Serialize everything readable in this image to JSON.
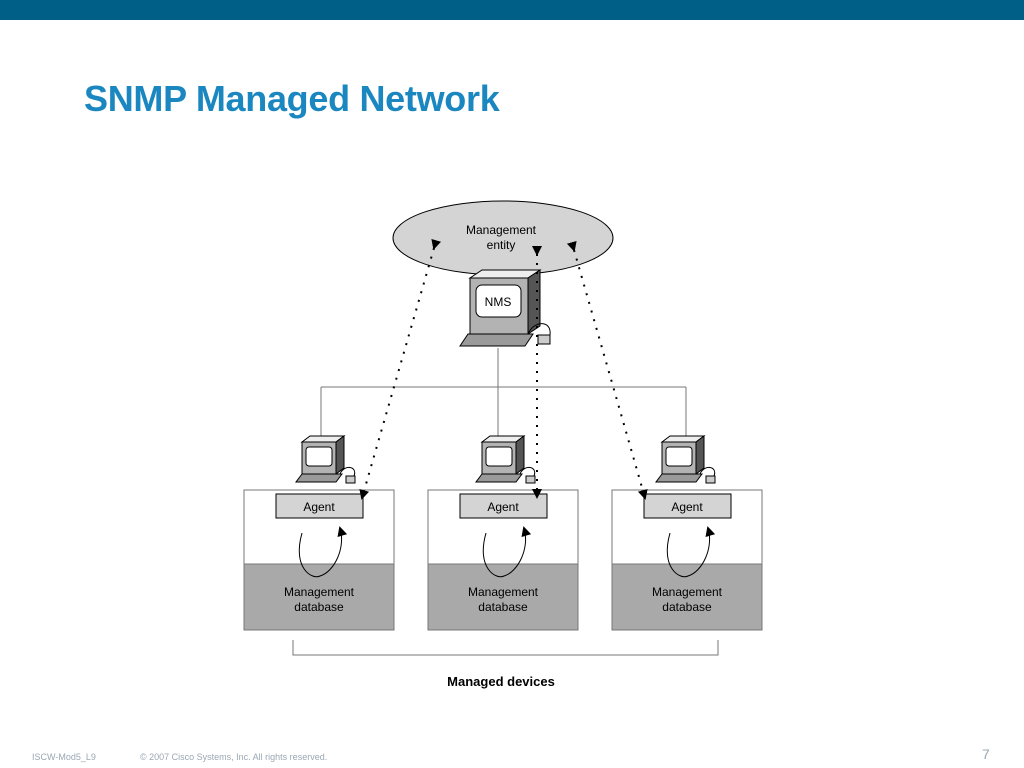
{
  "slide": {
    "title": "SNMP Managed Network",
    "footer_code": "ISCW-Mod5_L9",
    "footer_copyright": "© 2007 Cisco Systems, Inc. All rights reserved.",
    "page_number": "7"
  },
  "colors": {
    "top_bar": "#005f86",
    "title": "#1a87c0",
    "ellipse_fill": "#d4d4d4",
    "database_fill": "#a9a9a9",
    "agent_fill": "#d4d4d4"
  },
  "diagram": {
    "management_entity": {
      "line1": "Management",
      "line2": "entity"
    },
    "nms_label": "NMS",
    "devices": [
      {
        "agent_label": "Agent",
        "database_line1": "Management",
        "database_line2": "database"
      },
      {
        "agent_label": "Agent",
        "database_line1": "Management",
        "database_line2": "database"
      },
      {
        "agent_label": "Agent",
        "database_line1": "Management",
        "database_line2": "database"
      }
    ],
    "managed_devices_label": "Managed devices"
  }
}
